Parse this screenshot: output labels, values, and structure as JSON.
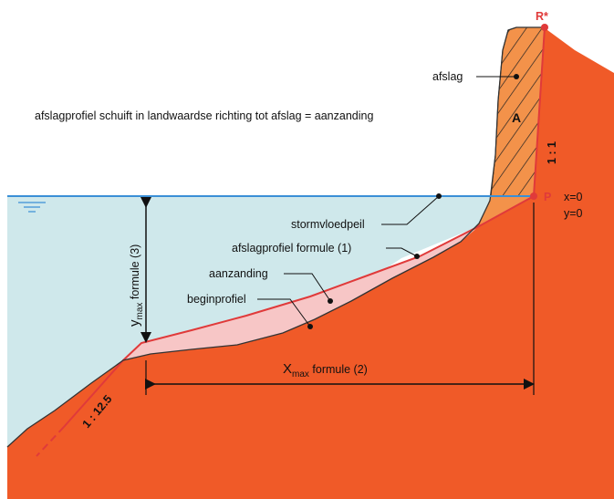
{
  "diagram": {
    "heading": "afslagprofiel schuift in landwaardse richting tot afslag = aanzanding",
    "labels": {
      "afslag": "afslag",
      "area_a": "A",
      "slope_steep": "1 : 1",
      "slope_shallow": "1 : 12.5",
      "point_r": "R*",
      "point_p": "P",
      "coord_x": "x=0",
      "coord_y": "y=0",
      "stormvloedpeil": "stormvloedpeil",
      "afslagprofiel": "afslagprofiel formule (1)",
      "aanzanding": "aanzanding",
      "beginprofiel": "beginprofiel",
      "ymax_main": "y",
      "ymax_sub": "max",
      "ymax_rest": " formule (3)",
      "xmax_main": "X",
      "xmax_sub": "max",
      "xmax_rest": " formule (2)"
    },
    "colors": {
      "soil": "#f05a28",
      "water": "#cfe8eb",
      "water_line": "#3a8fd6",
      "erosion_hatch": "#f3924a",
      "deposition": "#f7c6c6",
      "profile_red": "#e03a3a",
      "ink": "#111111"
    }
  }
}
